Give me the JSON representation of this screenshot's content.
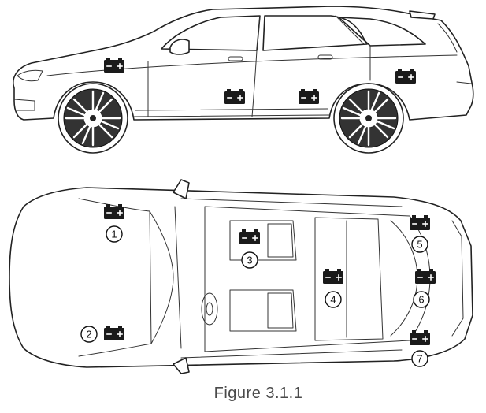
{
  "figure": {
    "caption": "Figure 3.1.1"
  },
  "icons": {
    "battery": "battery-icon"
  },
  "side_view": {
    "batteries": [
      {
        "id": "side-front"
      },
      {
        "id": "side-front-door"
      },
      {
        "id": "side-rear-door"
      },
      {
        "id": "side-cargo"
      }
    ]
  },
  "top_view": {
    "locations": [
      {
        "number": "1"
      },
      {
        "number": "2"
      },
      {
        "number": "3"
      },
      {
        "number": "4"
      },
      {
        "number": "5"
      },
      {
        "number": "6"
      },
      {
        "number": "7"
      }
    ]
  }
}
